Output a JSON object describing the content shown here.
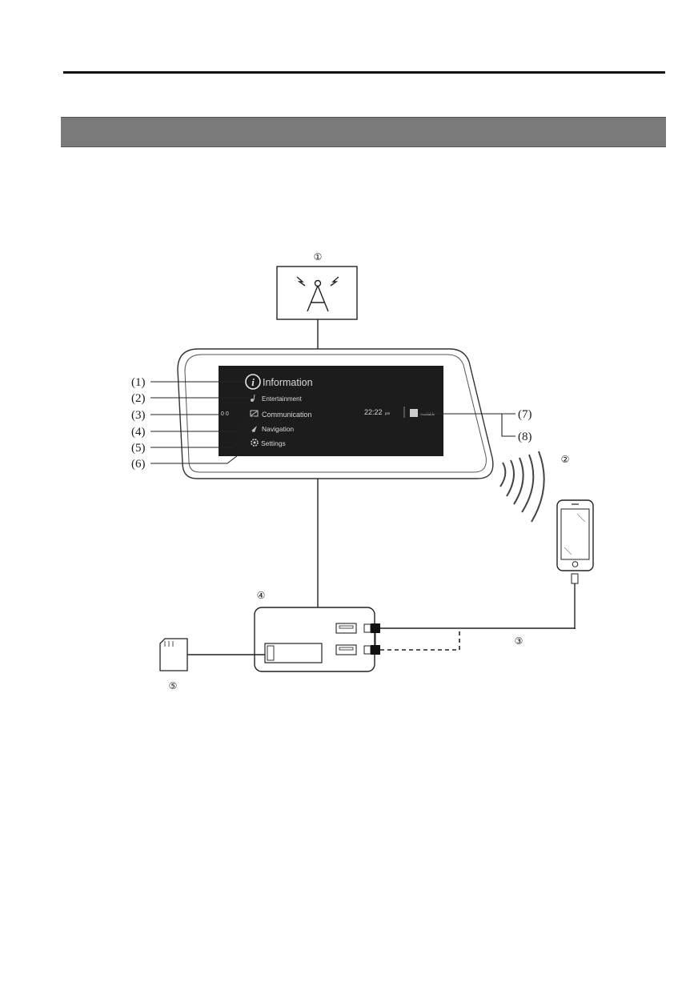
{
  "diagram": {
    "menu": {
      "information": "Information",
      "entertainment": "Entertainment",
      "communication": "Communication",
      "navigation": "Navigation",
      "settings": "Settings"
    },
    "screen": {
      "clock": "22:22",
      "clock_suffix": "pm",
      "status_text": "Available",
      "left_indicator": "0 0"
    },
    "callouts": {
      "c1": "(1)",
      "c2": "(2)",
      "c3": "(3)",
      "c4": "(4)",
      "c5": "(5)",
      "c6": "(6)",
      "c7": "(7)",
      "c8": "(8)"
    },
    "circled": {
      "antenna": "①",
      "phone": "②",
      "cable": "③",
      "usb_hub": "④",
      "sd_card": "⑤"
    }
  }
}
